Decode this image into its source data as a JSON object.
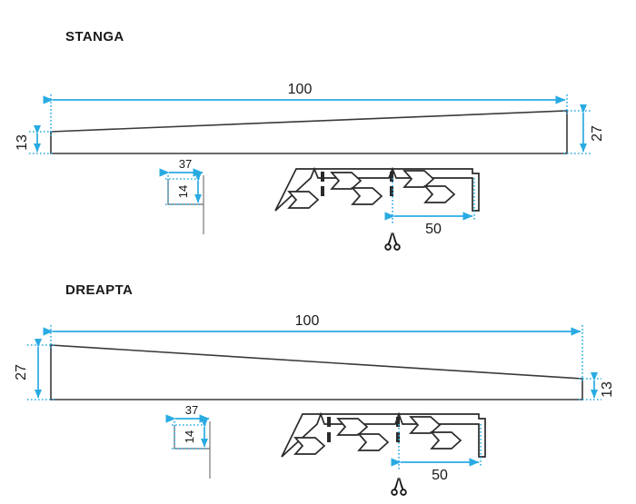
{
  "document": {
    "type": "technical-drawing",
    "background_color": "#ffffff",
    "line_color": "#3a3a3a",
    "dimension_color": "#29ABE2",
    "text_color": "#1a1a1a"
  },
  "views": [
    {
      "id": "stanga",
      "title": "STANGA",
      "part": {
        "shape": "tapered-wedge",
        "taper": "left-thin-to-right-thick",
        "length_label": "100",
        "left_height_label": "13",
        "right_height_label": "27"
      },
      "detail": {
        "cut_length_label": "50",
        "tab_width_label": "37",
        "tab_height_label": "14",
        "cut_marker_icon": "scissors-icon",
        "chevron_count": 5,
        "notch_count": 2
      }
    },
    {
      "id": "dreapta",
      "title": "DREAPTA",
      "part": {
        "shape": "tapered-wedge",
        "taper": "left-thick-to-right-thin",
        "length_label": "100",
        "left_height_label": "27",
        "right_height_label": "13"
      },
      "detail": {
        "cut_length_label": "50",
        "tab_width_label": "37",
        "tab_height_label": "14",
        "cut_marker_icon": "scissors-icon",
        "chevron_count": 5,
        "notch_count": 2
      }
    }
  ]
}
